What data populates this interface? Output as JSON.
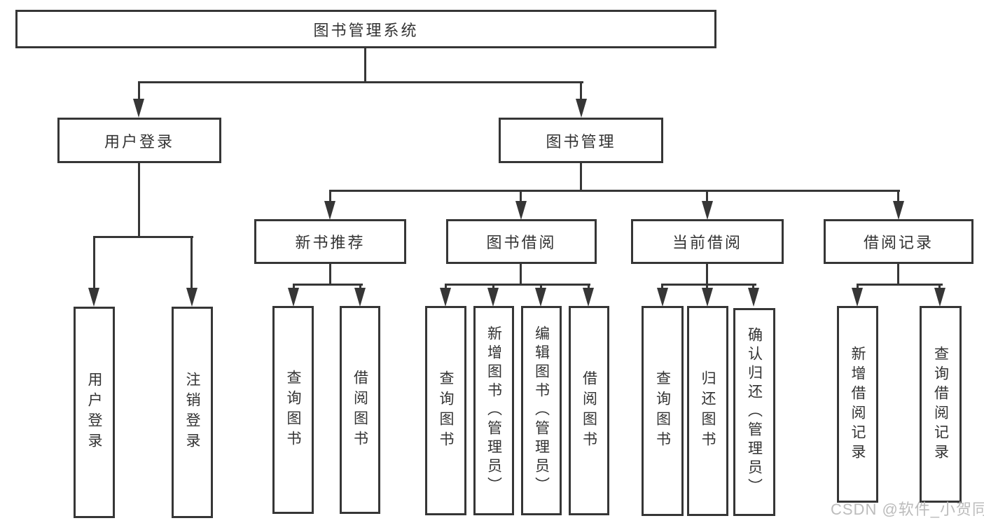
{
  "colors": {
    "line": "#363636",
    "text": "#333333",
    "box-bg": "#ffffff",
    "page-bg": "#ffffff",
    "watermark": "#bcbcbc"
  },
  "nodes": {
    "root": "图书管理系统",
    "user_login": "用户登录",
    "book_mgmt": "图书管理",
    "new_book_rec": "新书推荐",
    "book_borrow": "图书借阅",
    "current_borrow": "当前借阅",
    "borrow_records": "借阅记录",
    "leaf_user_login": "用户登录",
    "leaf_logout": "注销登录",
    "rec_query_books": "查询图书",
    "rec_borrow_books": "借阅图书",
    "bb_query_books": "查询图书",
    "bb_add_books": "新增图书（管理员）",
    "bb_edit_books": "编辑图书（管理员）",
    "bb_borrow_books": "借阅图书",
    "cb_query_books": "查询图书",
    "cb_return_books": "归还图书",
    "cb_confirm_return": "确认归还（管理员）",
    "br_add_record": "新增借阅记录",
    "br_query_record": "查询借阅记录"
  },
  "watermark": {
    "text": "CSDN @软件_小贺同学"
  }
}
